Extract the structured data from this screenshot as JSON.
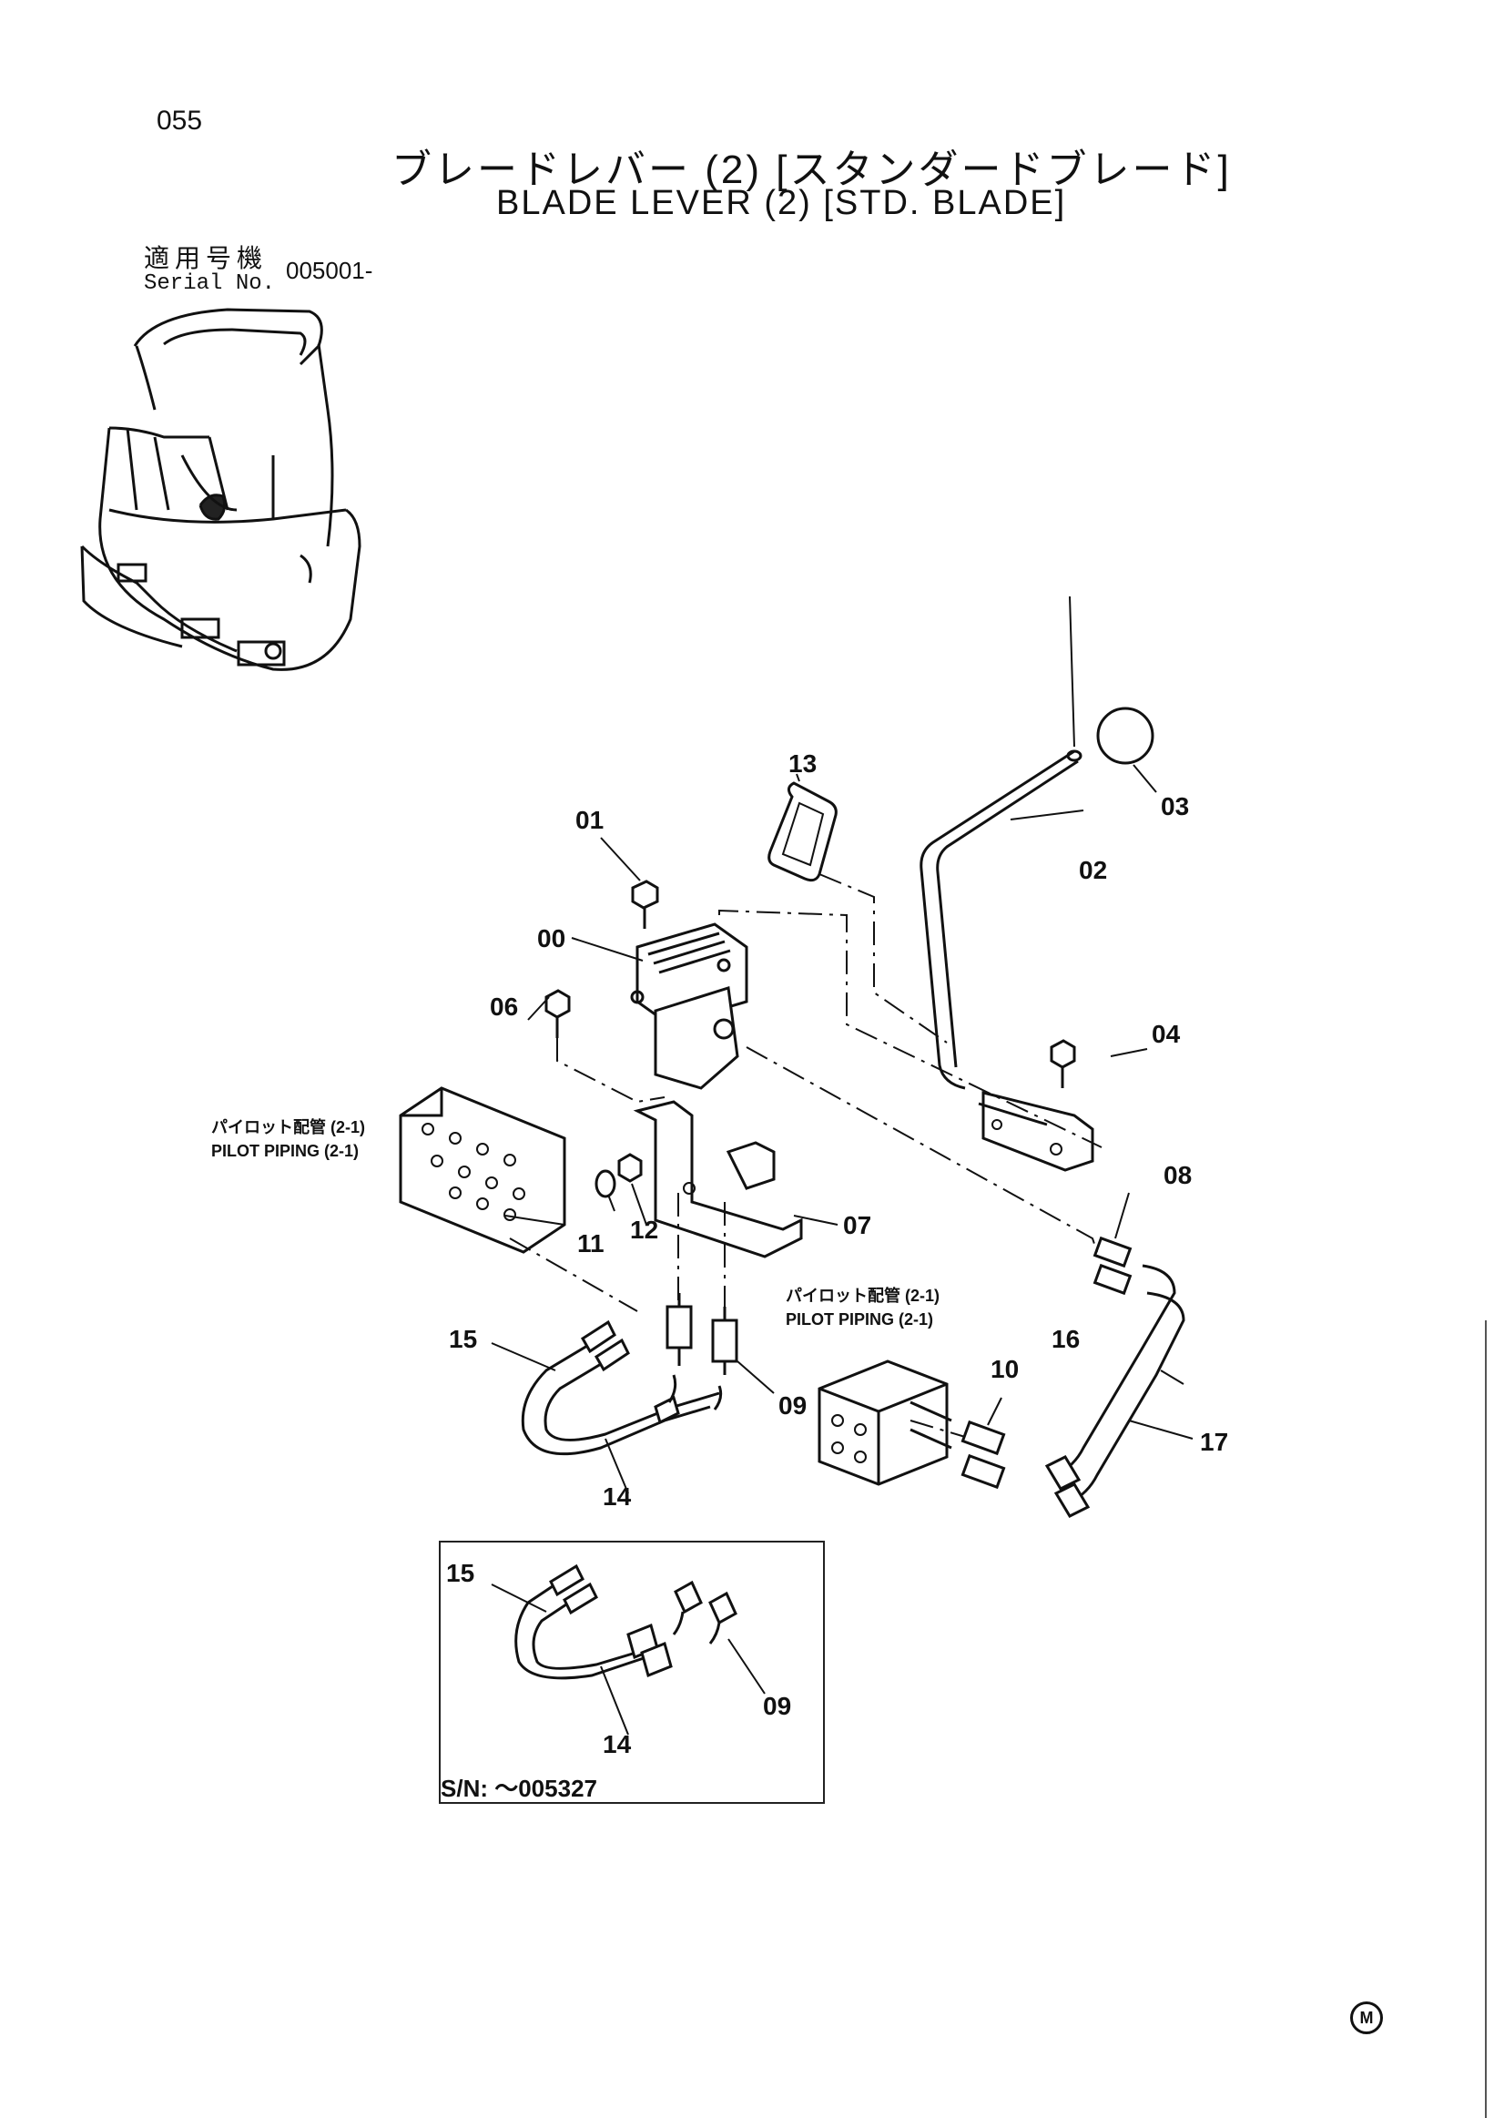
{
  "page": {
    "number": "055",
    "title_jp": "ブレードレバー (2) [スタンダードブレード]",
    "title_en": "BLADE LEVER (2) [STD. BLADE]"
  },
  "serial": {
    "label_jp": "適用号機",
    "label_en": "Serial No.",
    "value": "005001-"
  },
  "callouts": {
    "c00": "00",
    "c01": "01",
    "c02": "02",
    "c03": "03",
    "c04": "04",
    "c06": "06",
    "c07": "07",
    "c08": "08",
    "c09": "09",
    "c10": "10",
    "c11": "11",
    "c12": "12",
    "c13": "13",
    "c14": "14",
    "c15": "15",
    "c16": "16",
    "c17": "17"
  },
  "xrefs": {
    "left_jp": "パイロット配管 (2-1)",
    "left_en": "PILOT PIPING (2-1)",
    "right_jp": "パイロット配管 (2-1)",
    "right_en": "PILOT PIPING (2-1)"
  },
  "inset": {
    "label": "S/N: ～005327",
    "callouts": {
      "c15": "15",
      "c14": "14",
      "c09": "09"
    }
  },
  "maker_mark": "M"
}
